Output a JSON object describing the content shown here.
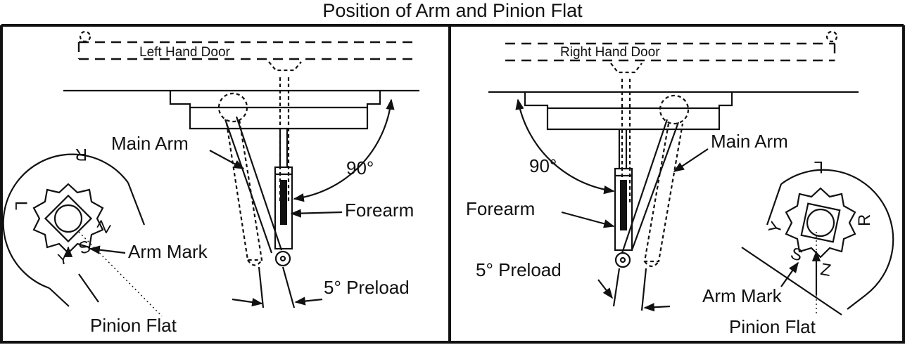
{
  "title": "Position of Arm and Pinion Flat",
  "left_panel": {
    "door_label": "Left Hand Door",
    "main_arm": "Main Arm",
    "angle": "90°",
    "forearm": "Forearm",
    "arm_mark": "Arm Mark",
    "preload": "5° Preload",
    "pinion_flat": "Pinion Flat",
    "letters": {
      "r": "R",
      "l": "L",
      "z": "Z",
      "s": "S",
      "y": "Y"
    }
  },
  "right_panel": {
    "door_label": "Right Hand Door",
    "main_arm": "Main Arm",
    "angle": "90°",
    "forearm": "Forearm",
    "arm_mark": "Arm Mark",
    "preload": "5° Preload",
    "pinion_flat": "Pinion Flat",
    "letters": {
      "l": "L",
      "r": "R",
      "y": "Y",
      "s": "S",
      "z": "Z"
    }
  }
}
